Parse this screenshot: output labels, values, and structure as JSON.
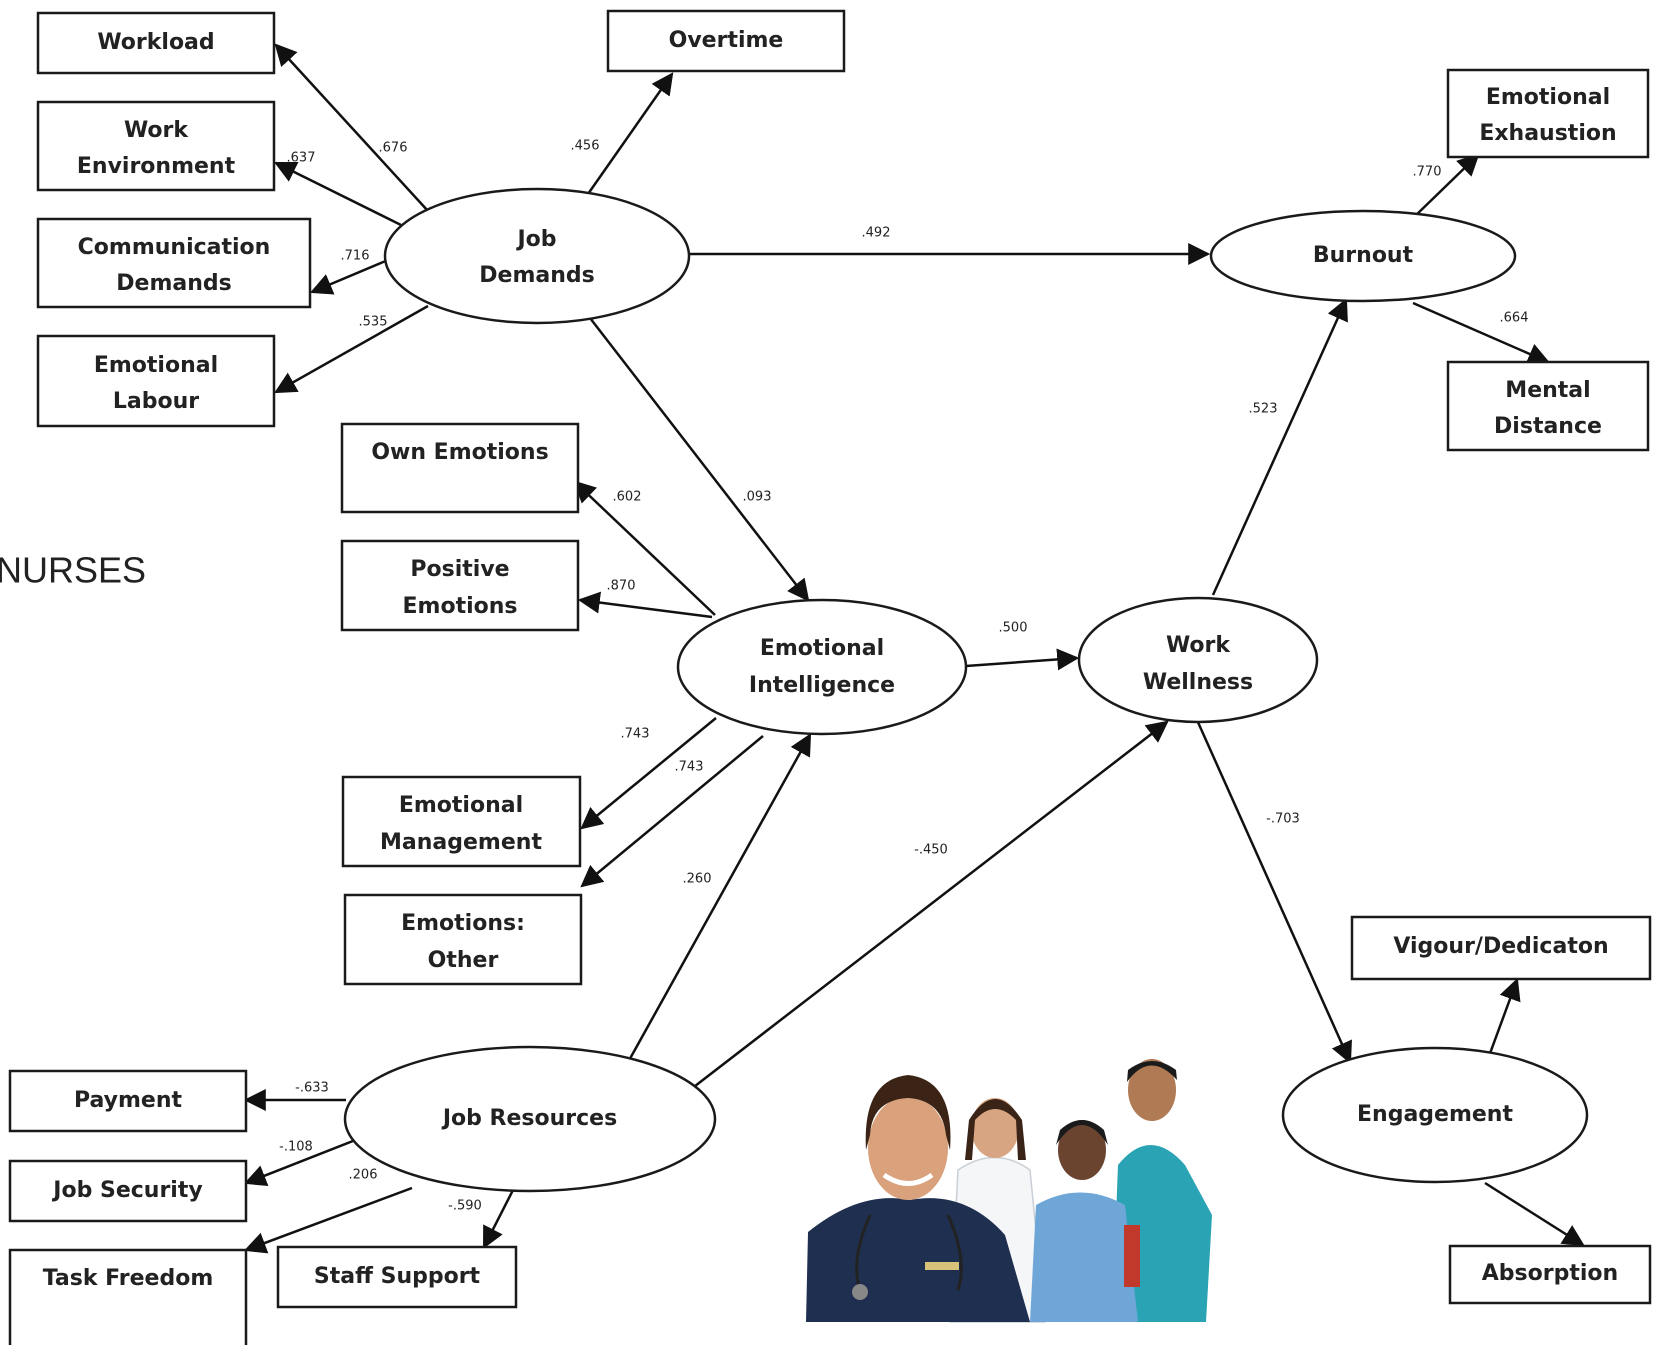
{
  "side_label": "NURSES",
  "boxes": {
    "workload": [
      "Workload"
    ],
    "work_environment": [
      "Work",
      "Environment"
    ],
    "communication_demands": [
      "Communication",
      "Demands"
    ],
    "emotional_labour": [
      "Emotional",
      "Labour"
    ],
    "overtime": [
      "Overtime"
    ],
    "emotional_exhaustion": [
      "Emotional",
      "Exhaustion"
    ],
    "mental_distance": [
      "Mental",
      "Distance"
    ],
    "own_emotions": [
      "Own Emotions"
    ],
    "positive_emotions": [
      "Positive",
      "Emotions"
    ],
    "emotional_management": [
      "Emotional",
      "Management"
    ],
    "emotions_other": [
      "Emotions:",
      "Other"
    ],
    "vigour_dedication": [
      "Vigour/Dedicaton"
    ],
    "absorption": [
      "Absorption"
    ],
    "payment": [
      "Payment"
    ],
    "job_security": [
      "Job Security"
    ],
    "task_freedom": [
      "Task Freedom"
    ],
    "staff_support": [
      "Staff Support"
    ]
  },
  "constructs": {
    "job_demands": [
      "Job",
      "Demands"
    ],
    "burnout": [
      "Burnout"
    ],
    "emotional_intelligence": [
      "Emotional",
      "Intelligence"
    ],
    "work_wellness": [
      "Work",
      "Wellness"
    ],
    "job_resources": [
      "Job Resources"
    ],
    "engagement": [
      "Engagement"
    ]
  },
  "coefficients": {
    "jd_workload": ".676",
    "jd_work_environment": ".637",
    "jd_communication": ".716",
    "jd_emotional_labour": ".535",
    "jd_overtime": ".456",
    "jd_burnout": ".492",
    "jd_ei": ".093",
    "burnout_exhaustion": ".770",
    "burnout_distance": ".664",
    "ww_burnout": ".523",
    "ei_own": ".602",
    "ei_positive": ".870",
    "ei_ww": ".500",
    "ei_management": ".743",
    "ei_other": ".743",
    "jr_ei": ".260",
    "jr_ww": "-.450",
    "ww_engagement": "-.703",
    "jr_payment": "-.633",
    "jr_security": "-.108",
    "jr_freedom": ".206",
    "jr_support": "-.590"
  },
  "photo": {
    "icon": "nurses-group-photo",
    "scrub_colors": [
      "#1f2f4f",
      "#f4f6f8",
      "#6fa6d8",
      "#2aa3b5"
    ]
  }
}
